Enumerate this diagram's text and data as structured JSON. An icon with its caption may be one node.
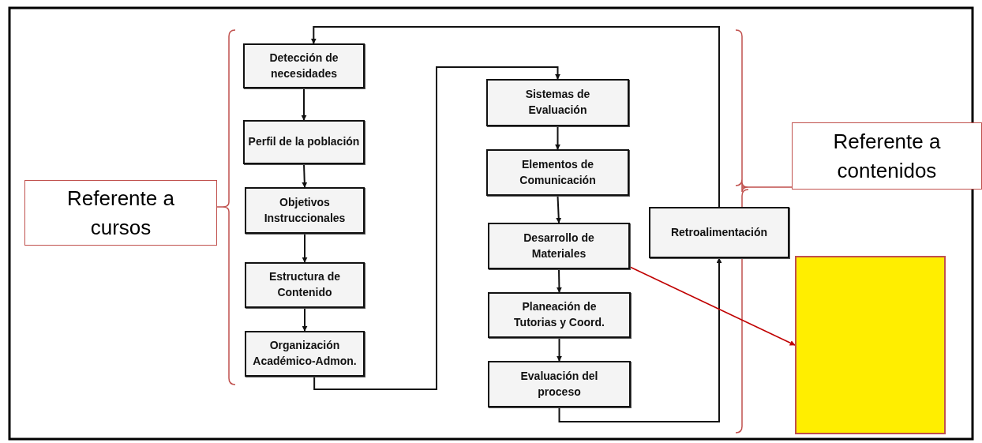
{
  "diagram": {
    "nodes": [
      {
        "text": [
          "Detección de necesidades"
        ]
      },
      {
        "text": [
          "Perfil de la población"
        ]
      },
      {
        "text": [
          "Objetivos Instruccionales"
        ]
      },
      {
        "text": [
          "Estructura de Contenido"
        ]
      },
      {
        "text": [
          "Organización Académico-Admon."
        ]
      },
      {
        "text": [
          "Sistemas de Evaluación"
        ]
      },
      {
        "text": [
          "Elementos de Comunicación"
        ]
      },
      {
        "text": [
          "Desarrollo de Materiales"
        ]
      },
      {
        "text": [
          "Planeación de Tutorias y Coord."
        ]
      },
      {
        "text": [
          "Evaluación del proceso"
        ]
      },
      {
        "text": [
          "Retroalimentación"
        ]
      },
      {
        "text": [
          "Referente a cursos"
        ]
      },
      {
        "text": [
          "Referente a contenidos"
        ]
      },
      {
        "text": [],
        "shape": "box"
      }
    ],
    "edges": [
      {
        "from": 0,
        "to": 1,
        "arrow": "to"
      },
      {
        "from": 1,
        "to": 2,
        "arrow": "to"
      },
      {
        "from": 2,
        "to": 3,
        "arrow": "to"
      },
      {
        "from": 3,
        "to": 4,
        "arrow": "to"
      },
      {
        "from": 4,
        "to": 5,
        "arrow": "to"
      },
      {
        "from": 5,
        "to": 6,
        "arrow": "to"
      },
      {
        "from": 6,
        "to": 7,
        "arrow": "to"
      },
      {
        "from": 7,
        "to": 8,
        "arrow": "to"
      },
      {
        "from": 8,
        "to": 9,
        "arrow": "to"
      },
      {
        "from": 9,
        "to": 10,
        "arrow": "to"
      },
      {
        "from": 10,
        "to": 0,
        "arrow": "to"
      },
      {
        "from": 7,
        "to": 13,
        "arrow": "to",
        "color": "#c00000"
      }
    ]
  }
}
